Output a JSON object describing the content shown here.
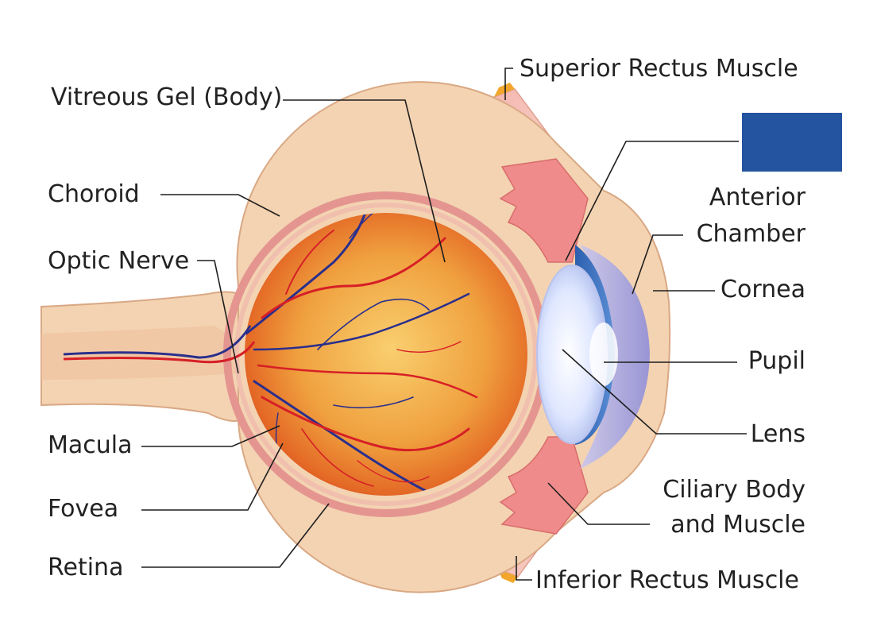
{
  "labels": {
    "superior_rectus": "Superior Rectus Muscle",
    "vitreous_gel": "Vitreous Gel (Body)",
    "choroid": "Choroid",
    "optic_nerve": "Optic Nerve",
    "anterior_chamber_1": "Anterior",
    "anterior_chamber_2": "Chamber",
    "cornea": "Cornea",
    "pupil": "Pupil",
    "lens": "Lens",
    "macula": "Macula",
    "fovea": "Fovea",
    "retina": "Retina",
    "ciliary_body_1": "Ciliary Body",
    "ciliary_body_2": "and Muscle",
    "inferior_rectus": "Inferior Rectus Muscle"
  },
  "colors": {
    "sclera": "#f3d3b2",
    "choroid": "#e59590",
    "eyeball_center": "#f8c766",
    "eyeball_edge": "#d9461e",
    "iris": "#2e6bb8",
    "lens": "#e6ecff",
    "artery": "#d61f26",
    "vein": "#2a2f8c",
    "redaction_box": "#2453a0"
  }
}
